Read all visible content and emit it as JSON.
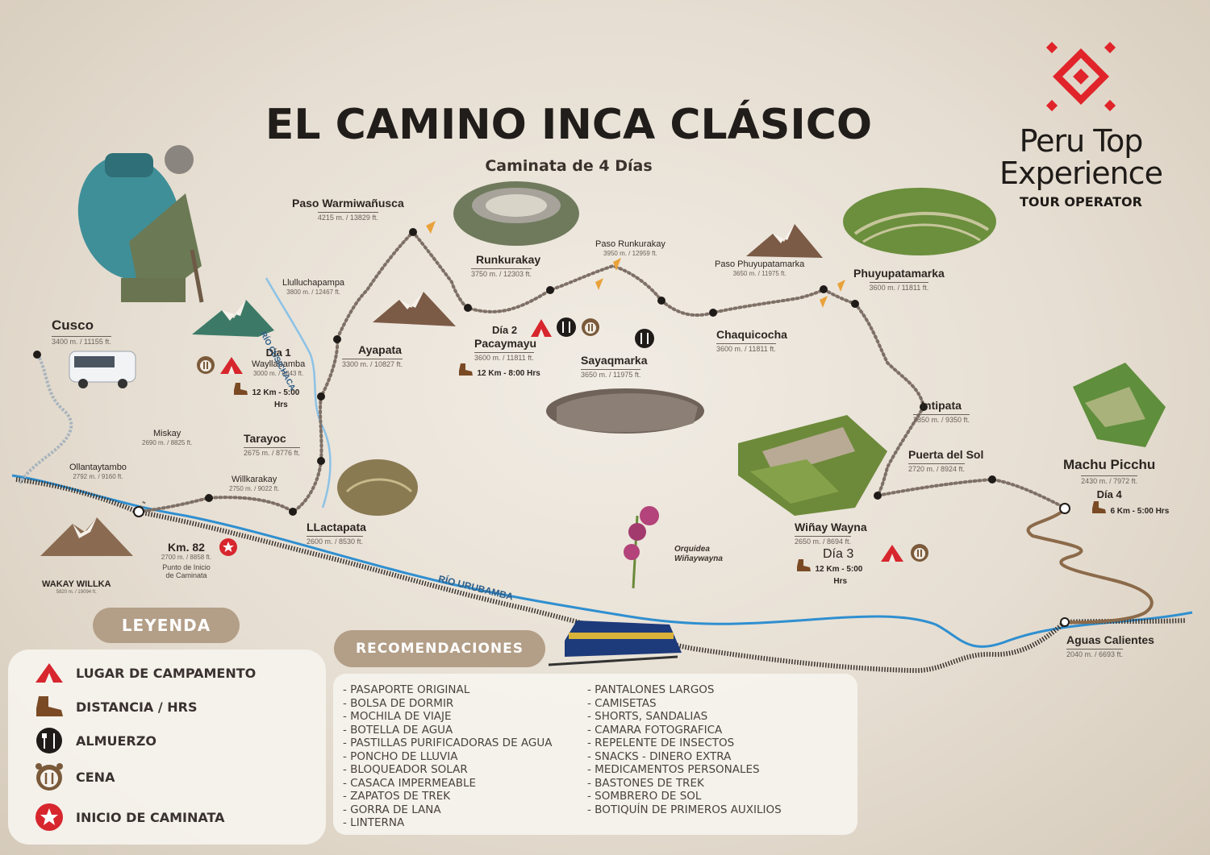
{
  "header": {
    "title": "EL CAMINO INCA CLÁSICO",
    "subtitle": "Caminata de 4 Días"
  },
  "brand": {
    "name_line1": "Peru Top",
    "name_line2": "Experience",
    "tagline": "TOUR OPERATOR",
    "accent_color": "#e0242a"
  },
  "places": {
    "cusco": {
      "name": "Cusco",
      "alt": "3400 m. / 11155 ft."
    },
    "ollantaytambo": {
      "name": "Ollantaytambo",
      "alt": "2792 m. / 9160 ft."
    },
    "miskay": {
      "name": "Miskay",
      "alt": "2690 m. / 8825 ft."
    },
    "willkarakay": {
      "name": "Willkarakay",
      "alt": "2750 m. / 9022 ft."
    },
    "km82": {
      "name": "Km. 82",
      "alt": "2700 m. / 8858 ft.",
      "note": "Punto de Inicio de Caminata"
    },
    "wakay_willka": {
      "name": "WAKAY WILLKA",
      "alt": "5820 m. / 19094 ft."
    },
    "tarayoc": {
      "name": "Tarayoc",
      "alt": "2675 m. / 8776 ft."
    },
    "llactapata": {
      "name": "LLactapata",
      "alt": "2600 m. / 8530 ft."
    },
    "wayllabamba": {
      "name": "Wayllabamba",
      "alt": "3000 m. / 9843 ft."
    },
    "llulluchapampa": {
      "name": "Llulluchapampa",
      "alt": "3800 m. / 12467 ft."
    },
    "ayapata": {
      "name": "Ayapata",
      "alt": "3300 m. / 10827 ft."
    },
    "warmiwanusca": {
      "name": "Paso Warmiwañusca",
      "alt": "4215 m. / 13829 ft."
    },
    "runkurakay": {
      "name": "Runkurakay",
      "alt": "3750 m. / 12303 ft."
    },
    "pacaymayu": {
      "name": "Pacaymayu",
      "alt": "3600 m. / 11811 ft."
    },
    "paso_runkurakay": {
      "name": "Paso Runkurakay",
      "alt": "3950 m. / 12959 ft."
    },
    "sayaqmarka": {
      "name": "Sayaqmarka",
      "alt": "3650 m. / 11975 ft."
    },
    "chaquicocha": {
      "name": "Chaquicocha",
      "alt": "3600 m. / 11811 ft."
    },
    "paso_phuyupatamarka": {
      "name": "Paso Phuyupatamarka",
      "alt": "3650 m. / 11975 ft."
    },
    "phuyupatamarka": {
      "name": "Phuyupatamarka",
      "alt": "3600 m. / 11811 ft."
    },
    "intipata": {
      "name": "Intipata",
      "alt": "2850 m. / 9350 ft."
    },
    "puerta_sol": {
      "name": "Puerta del Sol",
      "alt": "2720 m. / 8924 ft."
    },
    "winay_wayna": {
      "name": "Wiñay Wayna",
      "alt": "2650 m. / 8694 ft."
    },
    "machu_picchu": {
      "name": "Machu Picchu",
      "alt": "2430 m. / 7972 ft."
    },
    "aguas_calientes": {
      "name": "Aguas Calientes",
      "alt": "2040 m. / 6693 ft."
    }
  },
  "days": {
    "d1": {
      "label": "Día 1",
      "dist": "12 Km - 5:00",
      "hrs": "Hrs"
    },
    "d2": {
      "label": "Día 2",
      "dist": "12 Km - 8:00 Hrs"
    },
    "d3": {
      "label": "Día 3",
      "dist": "12 Km - 5:00",
      "hrs": "Hrs"
    },
    "d4": {
      "label": "Día 4",
      "dist": "6 Km - 5:00 Hrs"
    }
  },
  "rivers": {
    "cusichaca": "RÍO CUSICHACA",
    "urubamba": "RÍO URUBAMBA"
  },
  "flower": {
    "line1": "Orquidea",
    "line2": "Wiñaywayna"
  },
  "legend": {
    "title": "LEYENDA",
    "items": [
      {
        "icon": "tent-icon",
        "label": "LUGAR DE CAMPAMENTO"
      },
      {
        "icon": "boot-icon",
        "label": "DISTANCIA / HRS"
      },
      {
        "icon": "fork-knife-icon",
        "label": "ALMUERZO"
      },
      {
        "icon": "alarm-clock-icon",
        "label": "CENA"
      },
      {
        "icon": "star-icon",
        "label": "INICIO DE CAMINATA"
      }
    ]
  },
  "recommendations": {
    "title": "RECOMENDACIONES",
    "left": [
      "PASAPORTE ORIGINAL",
      "BOLSA DE DORMIR",
      "MOCHILA DE VIAJE",
      "BOTELLA DE AGUA",
      "PASTILLAS PURIFICADORAS DE AGUA",
      "PONCHO DE LLUVIA",
      "BLOQUEADOR SOLAR",
      "CASACA IMPERMEABLE",
      "ZAPATOS DE TREK",
      "GORRA DE LANA",
      "LINTERNA"
    ],
    "right": [
      "PANTALONES LARGOS",
      "CAMISETAS",
      "SHORTS, SANDALIAS",
      "CAMARA FOTOGRAFICA",
      "REPELENTE DE INSECTOS",
      "SNACKS - DINERO EXTRA",
      "MEDICAMENTOS PERSONALES",
      "BASTONES DE TREK",
      "SOMBRERO DE SOL",
      "BOTIQUÍN DE PRIMEROS AUXILIOS"
    ]
  },
  "colors": {
    "trail": "#7e7066",
    "river": "#2f8fd0",
    "accent": "#d7262d",
    "legend_pill": "#b39e87"
  }
}
